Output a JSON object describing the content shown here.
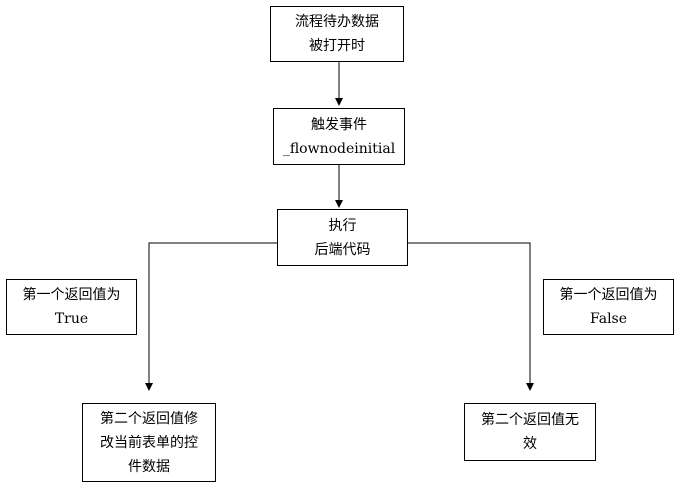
{
  "nodes": {
    "start": {
      "text": "流程待办数据\n被打开时"
    },
    "event": {
      "text": "触发事件\n_flownodeinitial"
    },
    "exec": {
      "text": "执行\n后端代码"
    },
    "first_true": {
      "text": "第一个返回值为\nTrue"
    },
    "first_false": {
      "text": "第一个返回值为\nFalse"
    },
    "second_left": {
      "text": "第二个返回值修\n改当前表单的控\n件数据"
    },
    "second_right": {
      "text": "第二个返回值无\n效"
    }
  },
  "colors": {
    "stroke": "#000000",
    "fill": "#ffffff"
  }
}
